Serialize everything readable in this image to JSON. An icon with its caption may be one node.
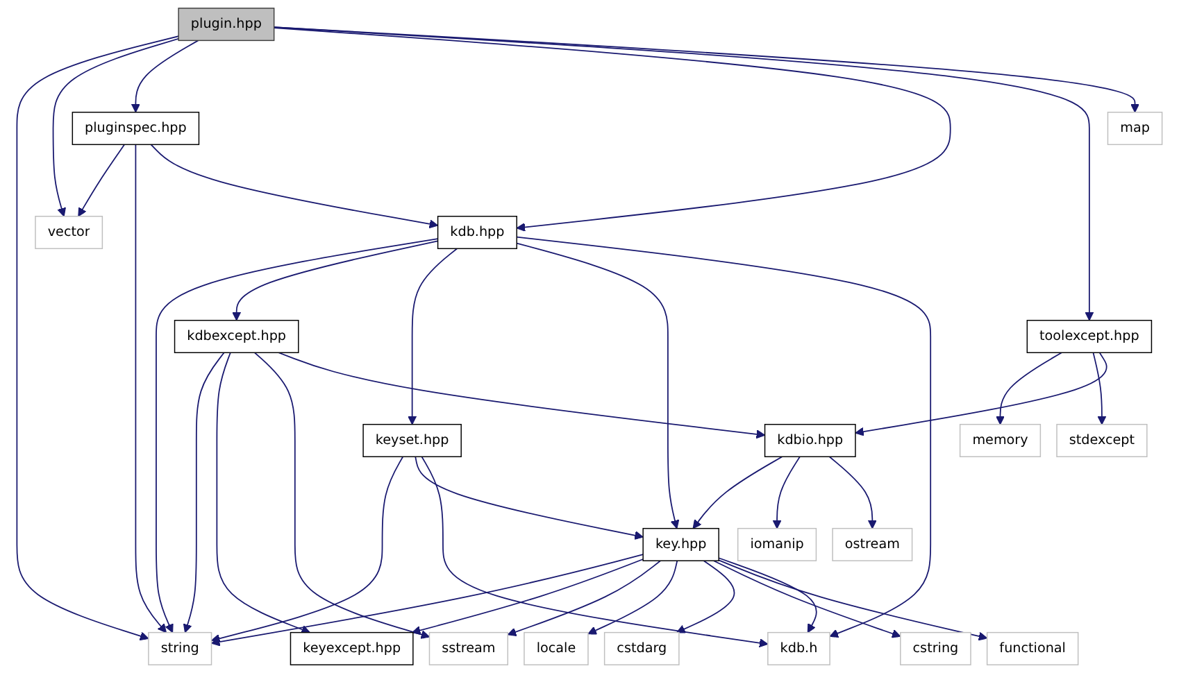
{
  "diagram": {
    "nodes": [
      {
        "text": [
          "plugin.hpp"
        ]
      },
      {
        "text": [
          "pluginspec.hpp"
        ]
      },
      {
        "text": [
          "toolexcept.hpp"
        ]
      },
      {
        "text": [
          "map"
        ]
      },
      {
        "text": [
          "vector"
        ]
      },
      {
        "text": [
          "kdb.hpp"
        ]
      },
      {
        "text": [
          "memory"
        ]
      },
      {
        "text": [
          "stdexcept"
        ]
      },
      {
        "text": [
          "kdbexcept.hpp"
        ]
      },
      {
        "text": [
          "keyset.hpp"
        ]
      },
      {
        "text": [
          "kdbio.hpp"
        ]
      },
      {
        "text": [
          "iomanip"
        ]
      },
      {
        "text": [
          "ostream"
        ]
      },
      {
        "text": [
          "key.hpp"
        ]
      },
      {
        "text": [
          "string"
        ]
      },
      {
        "text": [
          "keyexcept.hpp"
        ]
      },
      {
        "text": [
          "sstream"
        ]
      },
      {
        "text": [
          "locale"
        ]
      },
      {
        "text": [
          "cstdarg"
        ]
      },
      {
        "text": [
          "cstring"
        ]
      },
      {
        "text": [
          "functional"
        ]
      },
      {
        "text": [
          "kdb.h"
        ]
      }
    ],
    "edges": [
      {
        "from": 0,
        "to": 14,
        "arrow": "to"
      },
      {
        "from": 0,
        "to": 4,
        "arrow": "to"
      },
      {
        "from": 0,
        "to": 1,
        "arrow": "to"
      },
      {
        "from": 0,
        "to": 5,
        "arrow": "to"
      },
      {
        "from": 0,
        "to": 2,
        "arrow": "to"
      },
      {
        "from": 0,
        "to": 3,
        "arrow": "to"
      },
      {
        "from": 1,
        "to": 4,
        "arrow": "to"
      },
      {
        "from": 1,
        "to": 14,
        "arrow": "to"
      },
      {
        "from": 1,
        "to": 5,
        "arrow": "to"
      },
      {
        "from": 2,
        "to": 6,
        "arrow": "to"
      },
      {
        "from": 2,
        "to": 7,
        "arrow": "to"
      },
      {
        "from": 2,
        "to": 10,
        "arrow": "to"
      },
      {
        "from": 5,
        "to": 14,
        "arrow": "to"
      },
      {
        "from": 5,
        "to": 8,
        "arrow": "to"
      },
      {
        "from": 5,
        "to": 9,
        "arrow": "to"
      },
      {
        "from": 5,
        "to": 13,
        "arrow": "to"
      },
      {
        "from": 5,
        "to": 21,
        "arrow": "to"
      },
      {
        "from": 8,
        "to": 14,
        "arrow": "to"
      },
      {
        "from": 8,
        "to": 15,
        "arrow": "to"
      },
      {
        "from": 8,
        "to": 16,
        "arrow": "to"
      },
      {
        "from": 8,
        "to": 10,
        "arrow": "to"
      },
      {
        "from": 9,
        "to": 14,
        "arrow": "to"
      },
      {
        "from": 9,
        "to": 13,
        "arrow": "to"
      },
      {
        "from": 9,
        "to": 21,
        "arrow": "to"
      },
      {
        "from": 10,
        "to": 13,
        "arrow": "to"
      },
      {
        "from": 10,
        "to": 11,
        "arrow": "to"
      },
      {
        "from": 10,
        "to": 12,
        "arrow": "to"
      },
      {
        "from": 13,
        "to": 14,
        "arrow": "to"
      },
      {
        "from": 13,
        "to": 15,
        "arrow": "to"
      },
      {
        "from": 13,
        "to": 16,
        "arrow": "to"
      },
      {
        "from": 13,
        "to": 17,
        "arrow": "to"
      },
      {
        "from": 13,
        "to": 18,
        "arrow": "to"
      },
      {
        "from": 13,
        "to": 19,
        "arrow": "to"
      },
      {
        "from": 13,
        "to": 20,
        "arrow": "to"
      },
      {
        "from": 13,
        "to": 21,
        "arrow": "to"
      }
    ]
  }
}
